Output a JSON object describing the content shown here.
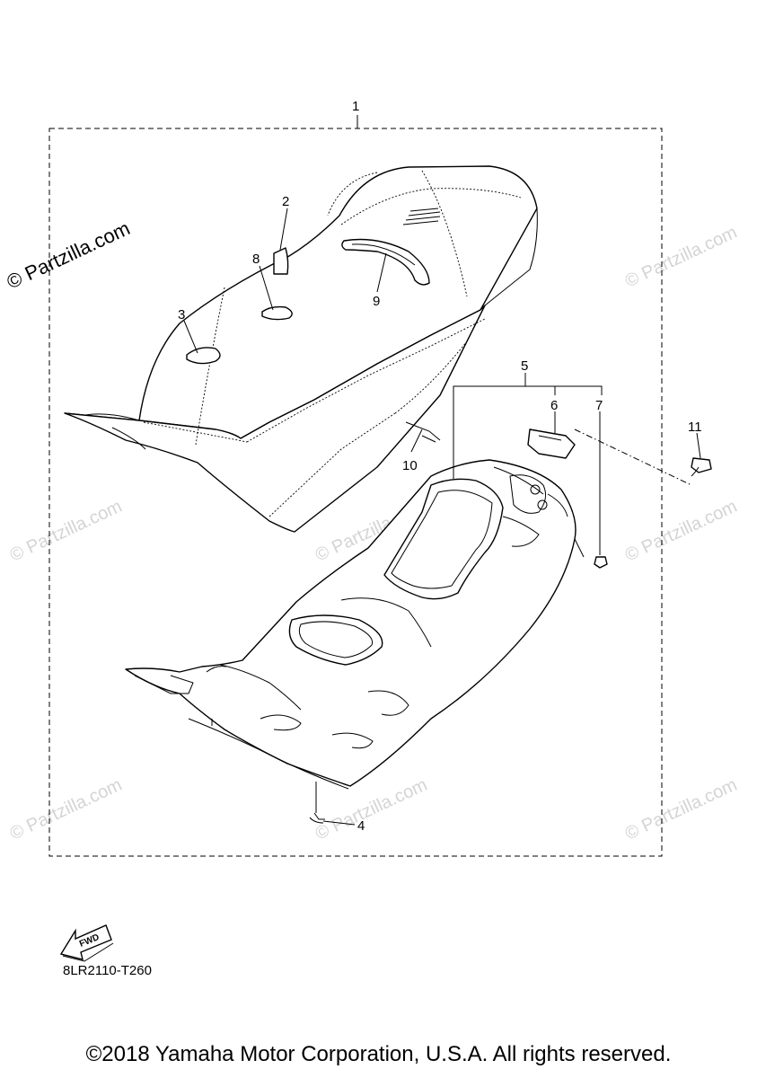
{
  "watermark": "© Partzilla.com",
  "callouts": [
    "1",
    "2",
    "3",
    "4",
    "5",
    "6",
    "7",
    "8",
    "9",
    "10",
    "11"
  ],
  "fwd_label": "FWD",
  "diagram_code": "8LR2110-T260",
  "copyright": "©2018 Yamaha Motor Corporation, U.S.A. All rights reserved."
}
